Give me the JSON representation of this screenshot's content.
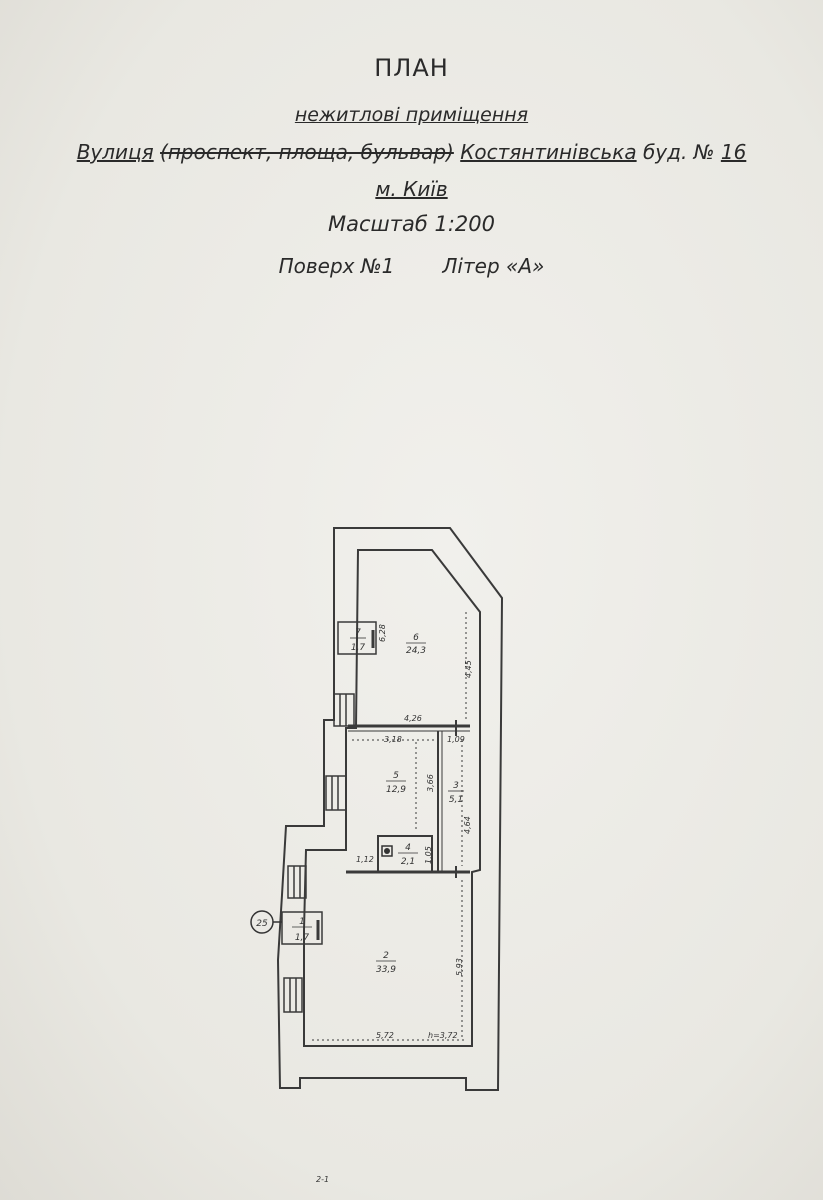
{
  "header": {
    "title": "ПЛАН",
    "kind": "нежитлові приміщення",
    "street_prefix": "Вулиця",
    "street_struck": "(проспект, площа, бульвар)",
    "street_name": "Костянтинівська",
    "building_label": "буд. №",
    "building_number": "16",
    "city": "м. Київ",
    "scale": "Масштаб 1:200",
    "floor": "Поверх №1",
    "letter": "Літер «А»"
  },
  "plan": {
    "rooms": [
      {
        "number": "7",
        "area": "1,7"
      },
      {
        "number": "6",
        "area": "24,3"
      },
      {
        "number": "5",
        "area": "12,9"
      },
      {
        "number": "3",
        "area": "5,1"
      },
      {
        "number": "4",
        "area": "2,1"
      },
      {
        "number": "1",
        "area": "1,7"
      },
      {
        "number": "2",
        "area": "33,9"
      }
    ],
    "dimensions": {
      "d_628": "6,28",
      "d_445": "4,45",
      "d_426": "4,26",
      "d_318": "3,18",
      "d_109": "1,09",
      "d_366": "3,66",
      "d_464": "4,64",
      "d_112": "1,12",
      "d_105": "1,05",
      "d_593": "5,93",
      "d_572": "5,72",
      "d_h372": "h=3,72"
    },
    "marker": "25",
    "footer_mark": "2-1"
  }
}
